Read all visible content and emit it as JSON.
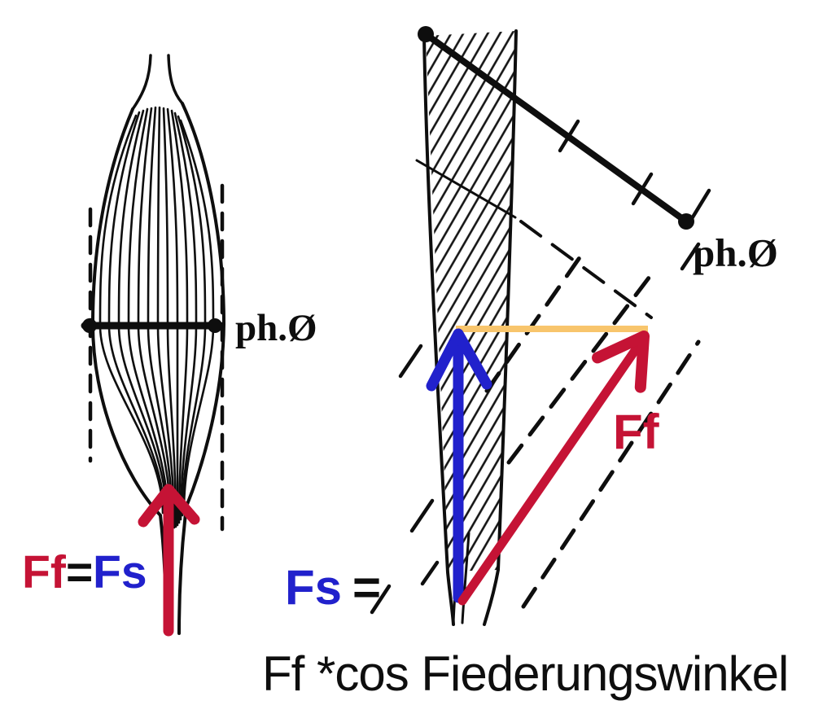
{
  "colors": {
    "crimson": "#C51335",
    "blue": "#2121CC",
    "orange": "#F8C56C",
    "ink": "#0E0E0E"
  },
  "left_figure": {
    "diameter_label": "ph.Ø",
    "equation": {
      "ff": "Ff",
      "equals": "=",
      "fs": "Fs"
    }
  },
  "right_figure": {
    "diameter_label": "ph.Ø",
    "ff_label": "Ff",
    "fs_label": "Fs",
    "equals": "="
  },
  "formula_line": "Ff *cos Fiederungswinkel"
}
